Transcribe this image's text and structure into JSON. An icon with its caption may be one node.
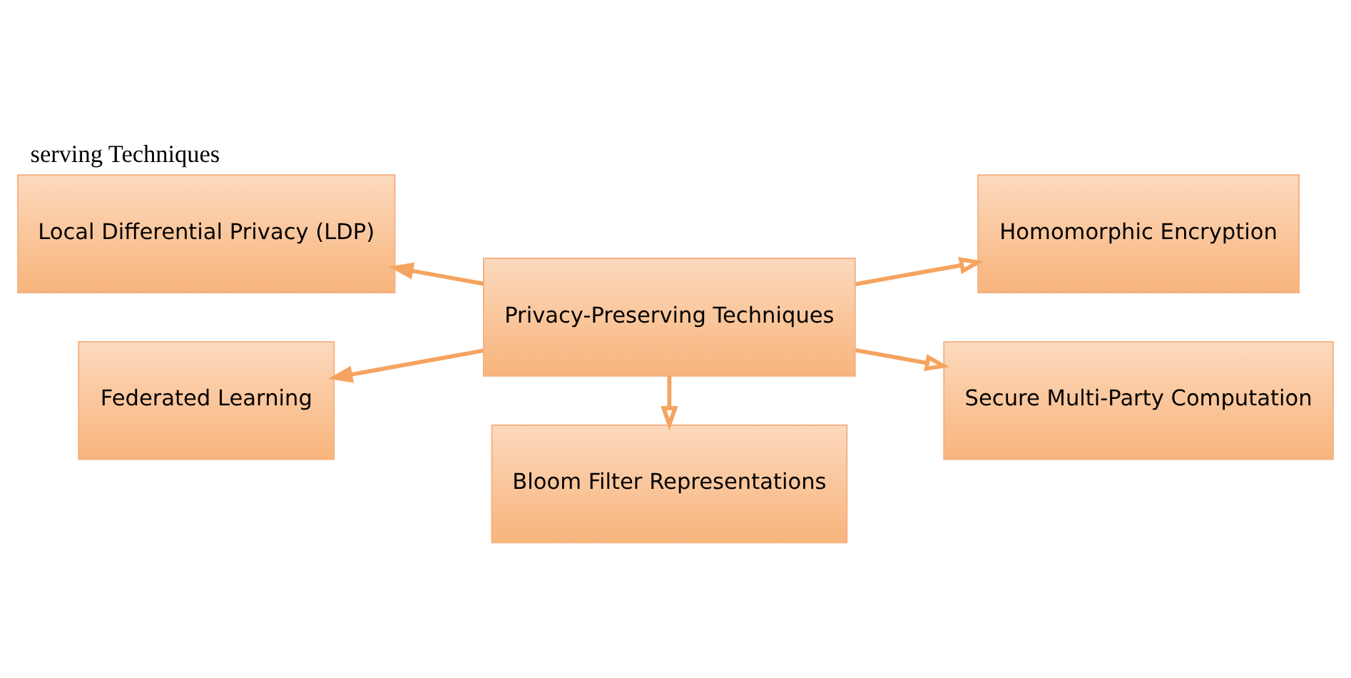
{
  "diagram": {
    "title": "serving Techniques",
    "nodes": [
      {
        "text": [
          "Local Differential Privacy (LDP)"
        ]
      },
      {
        "text": [
          "Homomorphic Encryption"
        ]
      },
      {
        "text": [
          "Privacy-Preserving Techniques"
        ]
      },
      {
        "text": [
          "Federated Learning"
        ]
      },
      {
        "text": [
          "Secure Multi-Party Computation"
        ]
      },
      {
        "text": [
          "Bloom Filter Representations"
        ]
      }
    ],
    "edges": [
      {
        "from": 2,
        "to": 0,
        "arrow": "to"
      },
      {
        "from": 2,
        "to": 1,
        "arrow": "to"
      },
      {
        "from": 2,
        "to": 3,
        "arrow": "to"
      },
      {
        "from": 2,
        "to": 4,
        "arrow": "to"
      },
      {
        "from": 2,
        "to": 5,
        "arrow": "to"
      }
    ]
  }
}
